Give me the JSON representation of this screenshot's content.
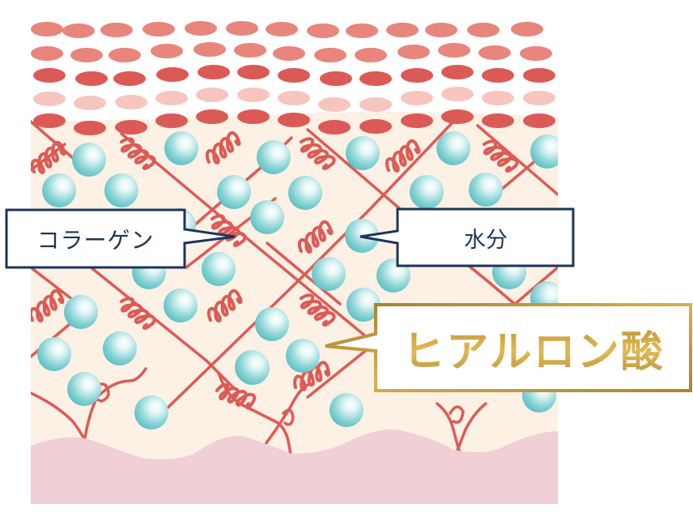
{
  "diagram": {
    "subject": "skin cross-section (dermis structure)",
    "colors": {
      "background": "#FFFFFF",
      "dermis": "#FDF0E4",
      "basement_layer": "#F0CFD6",
      "cell_row_salmon": "#E8857D",
      "cell_row_red": "#DC5A55",
      "cell_row_pale": "#F7C5BF",
      "collagen_fiber": "#DE5A55",
      "water_sphere": "#7ECFD2",
      "water_sphere_highlight": "#FFFFFF",
      "callout_navy": "#1E3458",
      "callout_gold": "#B89238"
    },
    "layers": [
      {
        "name": "epidermis-cell-rows",
        "rows": 5
      },
      {
        "name": "dermis"
      },
      {
        "name": "basement-wave-layer"
      }
    ]
  },
  "callouts": {
    "collagen": {
      "label": "コラーゲン",
      "points_to": "collagen-coil"
    },
    "water": {
      "label": "水分",
      "points_to": "water-sphere"
    },
    "hyaluronic_acid": {
      "label": "ヒアルロン酸",
      "points_to": "dermis-matrix"
    }
  }
}
